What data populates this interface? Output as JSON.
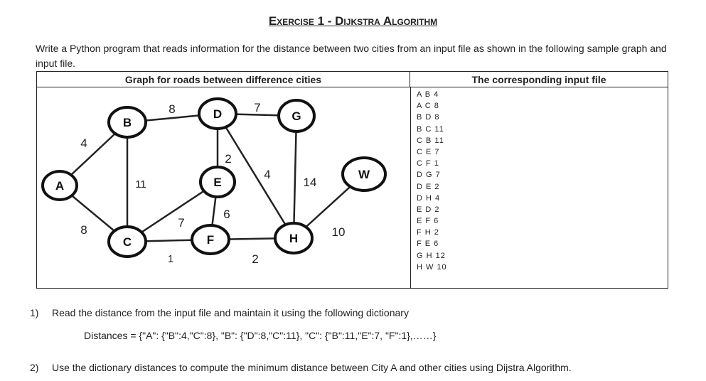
{
  "title": {
    "exercise": "Exercise 1",
    "sep": " - ",
    "topic": "Dijkstra Algorithm"
  },
  "intro": "Write a Python program that reads information for the distance between two cities from an input file as shown in the following sample graph and input file.",
  "table": {
    "left_header": "Graph for roads between difference cities",
    "right_header": "The corresponding input file"
  },
  "graph": {
    "nodes": [
      "A",
      "B",
      "C",
      "D",
      "E",
      "F",
      "G",
      "H",
      "W"
    ],
    "edge_labels": {
      "AB": "4",
      "AC": "8",
      "BD": "8",
      "BC": "11",
      "CE": "7",
      "CF": "1",
      "DG": "7",
      "DE": "2",
      "DH": "4",
      "EF": "6",
      "FH": "2",
      "GH": "14",
      "HW": "10"
    }
  },
  "input_file": [
    "A B 4",
    "A C 8",
    "B D 8",
    "B C 11",
    "C B 11",
    "C E 7",
    "C F 1",
    "D G 7",
    "D E 2",
    "D H 4",
    "E D 2",
    "E F 6",
    "F H 2",
    "F E 6",
    "G H 12",
    "H W 10"
  ],
  "questions": [
    {
      "num": "1)",
      "text": "Read the distance from the input file and maintain it using the following dictionary"
    },
    {
      "num": "2)",
      "text": "Use the dictionary distances to compute the minimum distance between City A and other cities using Dijstra Algorithm."
    }
  ],
  "distances_line": "Distances = {\"A\": {\"B\":4,\"C\":8}, \"B\": {\"D\":8,\"C\":11}, \"C\": {\"B\":11,\"E\":7, \"F\":1},……}"
}
